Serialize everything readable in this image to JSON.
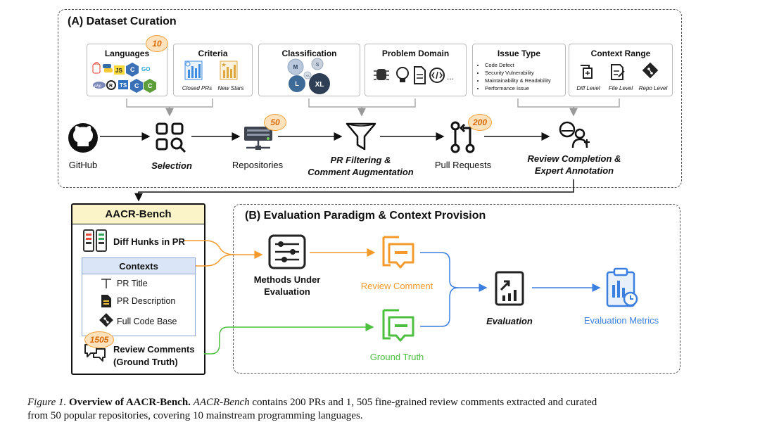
{
  "section_a": {
    "title": "(A) Dataset Curation",
    "cards": {
      "languages": {
        "title": "Languages",
        "badge": "10",
        "icon_labels": [
          "JS",
          "TS",
          "GO",
          "php"
        ]
      },
      "criteria": {
        "title": "Criteria",
        "items": [
          "Closed PRs",
          "New Stars"
        ]
      },
      "classification": {
        "title": "Classification",
        "sizes": [
          "M",
          "S",
          "XS",
          "L",
          "XL"
        ]
      },
      "problem_domain": {
        "title": "Problem Domain",
        "ellipsis": "..."
      },
      "issue_type": {
        "title": "Issue Type",
        "items": [
          "Code Defect",
          "Security Vulnerability",
          "Maintainability & Readability",
          "Performance Issue"
        ]
      },
      "context_range": {
        "title": "Context Range",
        "items": [
          "Diff Level",
          "File Level",
          "Repo Level"
        ]
      }
    },
    "pipeline": {
      "github": "GitHub",
      "selection": "Selection",
      "repositories": "Repositories",
      "repositories_badge": "50",
      "filtering_line1": "PR Filtering &",
      "filtering_line2": "Comment Augmentation",
      "pull_requests": "Pull Requests",
      "pull_requests_badge": "200",
      "review_line1": "Review Completion &",
      "review_line2": "Expert Annotation"
    }
  },
  "bench": {
    "title": "AACR-Bench",
    "diff_hunks": "Diff Hunks in PR",
    "contexts_title": "Contexts",
    "contexts": [
      "PR Title",
      "PR Description",
      "Full Code Base"
    ],
    "comments_badge": "1505",
    "comments_line1": "Review Comments",
    "comments_line2": "(Ground Truth)"
  },
  "section_b": {
    "title": "(B) Evaluation Paradigm & Context Provision",
    "methods_line1": "Methods Under",
    "methods_line2": "Evaluation",
    "review_comment": "Review Comment",
    "ground_truth": "Ground Truth",
    "evaluation": "Evaluation",
    "metrics": "Evaluation Metrics"
  },
  "colors": {
    "orange": "#f39a2b",
    "green": "#4cbf3f",
    "blue": "#3b7fe0",
    "badge_fill": "#fde2bd"
  },
  "caption": {
    "label": "Figure 1.",
    "bold": "Overview of AACR-Bench.",
    "name": "AACR-Bench",
    "text_part1": " contains 200 PRs and 1, 505 fine-grained review comments extracted and curated",
    "text_part2": "from 50 popular repositories, covering 10 mainstream programming languages."
  }
}
